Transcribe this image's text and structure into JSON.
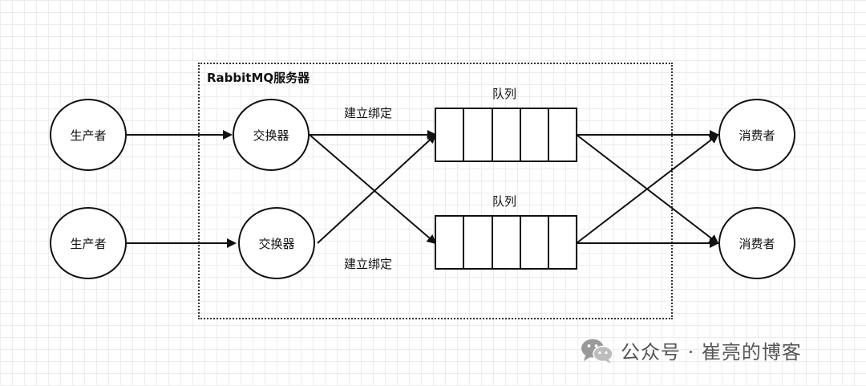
{
  "server": {
    "label": "RabbitMQ服务器"
  },
  "producers": [
    {
      "label": "生产者"
    },
    {
      "label": "生产者"
    }
  ],
  "exchanges": [
    {
      "label": "交换器"
    },
    {
      "label": "交换器"
    }
  ],
  "queues": [
    {
      "label": "队列"
    },
    {
      "label": "队列"
    }
  ],
  "consumers": [
    {
      "label": "消费者"
    },
    {
      "label": "消费者"
    }
  ],
  "bindings": [
    {
      "label": "建立绑定"
    },
    {
      "label": "建立绑定"
    }
  ],
  "watermark": {
    "text": "公众号 · 崔亮的博客",
    "icon": "wechat-icon"
  },
  "colors": {
    "stroke": "#111111",
    "grid": "#ececec",
    "watermark": "#555555"
  }
}
